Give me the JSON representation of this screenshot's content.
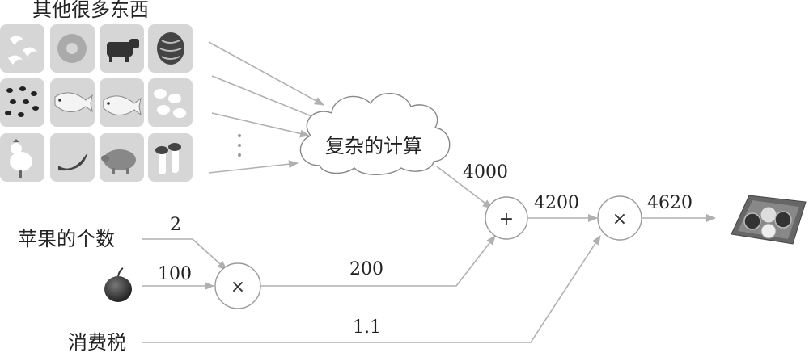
{
  "header": {
    "title": "其他很多东西"
  },
  "inputs": {
    "apple_count_label": "苹果的个数",
    "apple_count_value": "2",
    "apple_price_value": "100",
    "tax_label": "消费税",
    "tax_value": "1.1"
  },
  "cloud": {
    "label": "复杂的计算"
  },
  "nodes": {
    "mul1": "×",
    "add": "+",
    "mul2": "×"
  },
  "edges": {
    "apple_subtotal": "200",
    "others_total": "4000",
    "sum_total": "4200",
    "final_total": "4620"
  },
  "icons": {
    "grid": [
      [
        "cashew-icon",
        "donut-icon",
        "cow-icon",
        "walnut-icon"
      ],
      [
        "seeds-icon",
        "fish-icon",
        "fish-icon",
        "beans-icon"
      ],
      [
        "chicken-icon",
        "banana-icon",
        "pig-icon",
        "mushroom-icon"
      ]
    ],
    "apple": "apple-icon",
    "tray": "coin-tray-icon",
    "ellipsis": "vertical-ellipsis-icon"
  },
  "colors": {
    "tile": "#d6d6d6",
    "arrow": "#b0b0b0",
    "node_stroke": "#9a9a9a",
    "apple": "#333333"
  }
}
